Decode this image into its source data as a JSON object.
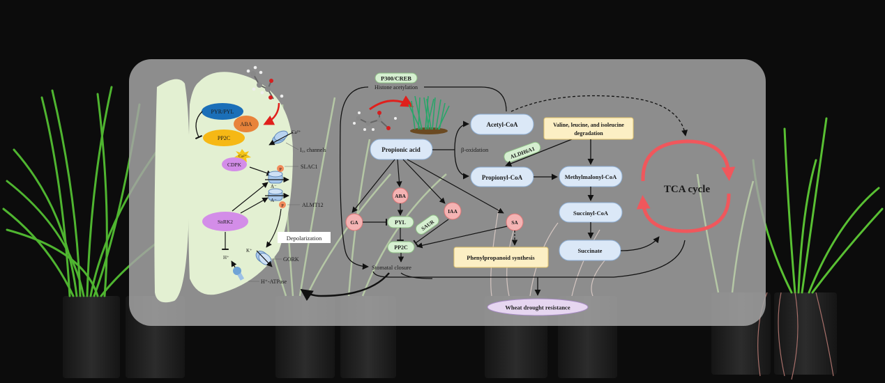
{
  "figure": {
    "description": "Propionic acid enhances wheat drought resistance pathway diagram over wheat plant photograph"
  },
  "guard_cell": {
    "pyr_pyl": "PYR/PYL",
    "aba": "ABA",
    "pp2c": "PP2C",
    "ca": "Ca²⁺",
    "cdpk": "CDPK",
    "snrk2": "SnRK2",
    "ca_ion": "Ca²⁺",
    "ica_channels": "I꜀ₐ channels",
    "slac1": "SLAC1",
    "almt12": "ALMT12",
    "anion1": "A⁻",
    "anion2": "A⁻",
    "p1": "P",
    "p2": "P",
    "depolarization": "Depolarization",
    "k_ion": "K⁺",
    "gork": "GORK",
    "h_ion": "H⁺",
    "h_atpase": "H⁺-ATPase"
  },
  "signaling": {
    "p300_creb": "P300/CREB",
    "histone_acetylation": "Histone acetylation",
    "propionic_acid": "Propionic acid",
    "beta_oxidation": "β-oxidation",
    "aba": "ABA",
    "ga": "GA",
    "pyl": "PYL",
    "iaa": "IAA",
    "saur": "SAUR",
    "pp2c": "PP2C",
    "sa": "SA",
    "stomatal_closure": "Stomatal closure",
    "phenylpropanoid": "Phenylpropanoid synthesis",
    "wheat_drought": "Wheat drought resistance"
  },
  "metabolism": {
    "acetyl_coa": "Acetyl-CoA",
    "propionyl_coa": "Propionyl-CoA",
    "aldh6a1": "ALDH6A1",
    "valine_line1": "Valine, leucine, and isoleucine",
    "valine_line2": "degradation",
    "methylmalonyl_coa": "Methylmalonyl-CoA",
    "succinyl_coa": "Succinyl-CoA",
    "succinate": "Succinate",
    "tca_cycle": "TCA cycle"
  },
  "colors": {
    "panel": "#9a9a9a",
    "cell": "#e3f0d2",
    "node_blue": "#dbe8f7",
    "node_yellow": "#fcefc4",
    "node_green": "#d6efd1",
    "node_pink": "#f4b3b3",
    "tca_red": "#f0575c",
    "pyr_blue": "#1b6fb8",
    "aba_orange": "#e8833a",
    "pp2c_yellow": "#f6b815",
    "cdpk_purple": "#d38de8",
    "drought_lilac": "#e6d6f0"
  }
}
